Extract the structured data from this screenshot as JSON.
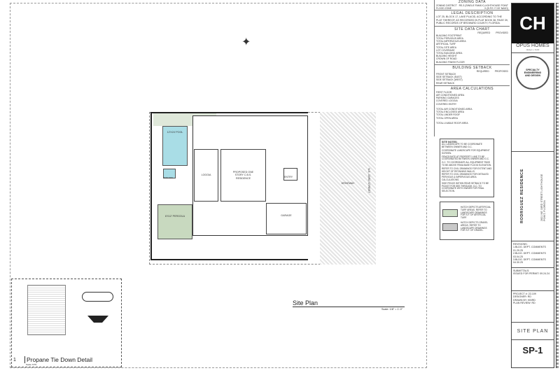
{
  "zoning": {
    "title": "ZONING DATA",
    "rows": [
      [
        "ZONING DISTRICT",
        "RS-3 (SINGLE FAMILY) LIGHTHOUSE POINT"
      ],
      [
        "FLOOD ZONE",
        "X (B.F.E.+7.00' NAVD)"
      ]
    ]
  },
  "legal": {
    "title": "LEGAL DESCRIPTION",
    "text": "LOT 25, BLOCK 17, LAKE PLACID, ACCORDING TO THE PLAT THEREOF, AS RECORDED IN PLAT BOOK 38, PAGE 39, PUBLIC RECORDS OF BROWARD COUNTY, FLORIDA."
  },
  "site_data": {
    "title": "SITE DATA CHART",
    "cols": [
      "REQUIRED",
      "PROVIDED"
    ],
    "rows": [
      "BUILDING FOOTPRINT",
      "TOTAL PERVIOUS AREA",
      "TOTAL IMPERVIOUS AREA",
      "ARTIFICIAL TURF",
      "TOTAL SITE AREA",
      "LOT COVERAGE",
      "TOTAL BUILDING AREA",
      "BUILDING HEIGHT",
      "CROWN OF ROAD",
      "BUILDING FINISH FLOOR"
    ]
  },
  "setback": {
    "title": "BUILDING SETBACK",
    "cols": [
      "REQUIRED",
      "PROPOSED"
    ],
    "rows": [
      "FRONT SETBACK",
      "SIDE SETBACK (EAST)",
      "SIDE SETBACK (WEST)",
      "REAR SETBACK"
    ]
  },
  "area": {
    "title": "AREA CALCULATIONS",
    "rows": [
      "FIRST FLOOR",
      "AIR CONDITIONED AREA",
      "PARKING GARAGES",
      "COVERED LOGGIA",
      "COVERED ENTRY",
      "",
      "TOTAL AIR CONDITIONED AREA",
      "TOTAL ENCLOSED AREA",
      "TOTAL UNDER ROOF",
      "TOTAL OPEN AREA",
      "",
      "TOTAL LIVABLE ROOF AREA"
    ]
  },
  "site_notes": {
    "title": "SITE NOTES:",
    "items": [
      "ALL LANDSCAPE TO BE COORDINATE BETWEEN OWNER AND G.C.",
      "COORDINATE LANDSCAPE FOR EQUIPMENT SCREEN.",
      "FENCE/GATE AT PROPERTY LINE TO BE COORDINATED BETWEEN OWNER AND G.C.",
      "G.C. TO COORDINATE ALL EQUIPMENT PADS TO BE ABOVE FEMA BASE FLOOD ELEVATION.",
      "REFER TO CIVIL DRAWINGS FOR EXTENT AND HEIGHT OF RETAINING WALLS.",
      "REFER TO CIVIL DRAWINGS FOR DETAILED PERVIOUS & IMPERVIOUS AREA CALCULATIONS.",
      "SIDE FENCE WITHIN REAR SETBACK TO BE PICKET FOR SEE THROUGH. G.C. TO COORDINATE WITH OWNER FOR FINAL SELECTION."
    ]
  },
  "legend": [
    {
      "text": "HATCH DEPICTS ARTIFICIAL TURF AREAS. REFER TO LANDSCAPE DRAWINGS FOR S.F. OF ARTIFICIAL TURF.",
      "color": "#cfe0c8"
    },
    {
      "text": "HATCH DEPICTS GRAVEL AREAS. REFER TO LANDSCAPE DRAWINGS FOR S.F. OF GRAVEL.",
      "color": "#c9c9c9"
    }
  ],
  "brand": {
    "logo": "CH",
    "name": "OPUS HOMES",
    "tagline": "design + build",
    "seal": "SPECIALTY ENGINEERING AND DESIGN"
  },
  "project": {
    "name": "RODRIGUEZ RESIDENCE",
    "address": "2821 NE 33RD STREET LIGHTHOUSE POINT, FLORIDA"
  },
  "revisions": {
    "title": "REVISIONS:",
    "items": [
      "1.BLDG. DEPT. COMMENTS  01.29.25",
      "2.BLDG. DEPT. COMMENTS  03.04.25",
      "3.BLDG. DEPT. COMMENTS  04.30.25"
    ]
  },
  "submittals": {
    "title": "SUBMITTALS:",
    "items": [
      "ISSUED FOR PERMIT:  09.24.24"
    ]
  },
  "info": [
    "PROJECT #:  22-109",
    "DESIGNER:  RD",
    "DRAWN BY:  KB/RD",
    "PLAN REVIEW:  RD"
  ],
  "sheet": {
    "title": "SITE PLAN",
    "number": "SP-1"
  },
  "plan": {
    "title": "Site Plan",
    "scale": "Scale: 1/8\" = 1'-0\"",
    "labels": {
      "pool": "12'X24' POOL",
      "spa": "6'X6' SPA",
      "pergola": "8'X12' PERGOLA",
      "loggia": "LOGGIA",
      "residence": "PROPOSED ONE STORY C.B.S. RESIDENCE",
      "entry": "ENTRY",
      "garage": "GARAGE",
      "driveway": "DRIVEWAY",
      "street": "N.E. 33RD STREET"
    }
  },
  "detail": {
    "number": "1",
    "title": "Propane Tie Down Detail",
    "scale": "Scale: NTS"
  },
  "colors": {
    "pool": "#a9dde6",
    "turf": "#cfe0c8",
    "gravel": "#c9c9c9",
    "logo_bg": "#111111"
  }
}
